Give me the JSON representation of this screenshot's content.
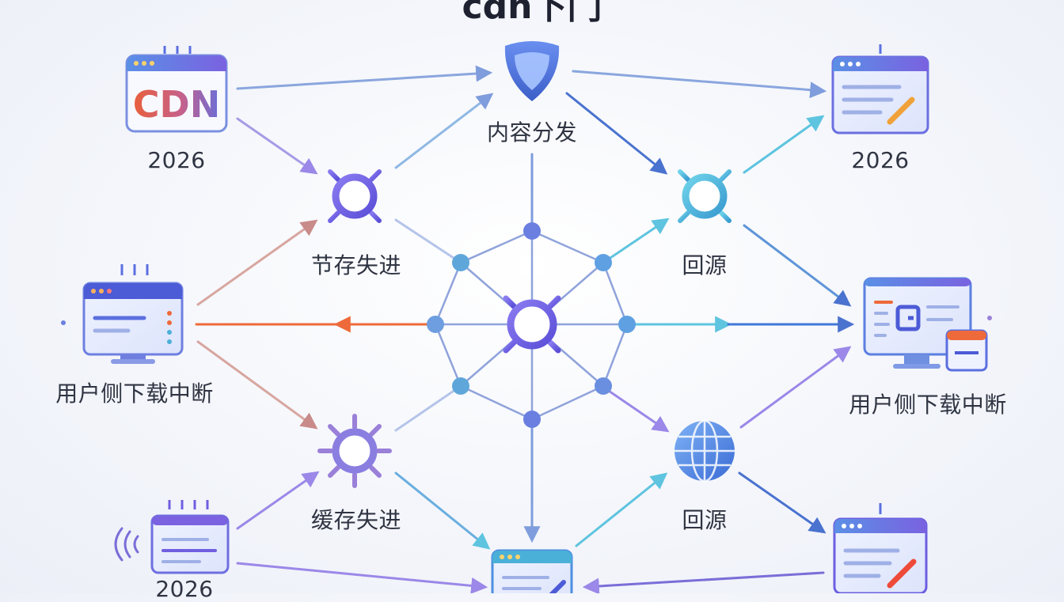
{
  "title": "cdn下门",
  "badge_text": "CDN",
  "labels": {
    "year_top_left": "2026",
    "year_top_right": "2026",
    "year_bottom_left": "2026",
    "content_distribution": "内容分发",
    "node_upper_left": "节存失进",
    "node_upper_right": "回源",
    "node_lower_left": "缓存失进",
    "node_lower_right": "回源",
    "user_left": "用户侧下载中断",
    "user_right": "用户侧下载中断"
  },
  "icons": {
    "top_left": "cdn-window-icon",
    "top_center": "shield-icon",
    "top_right": "document-edit-icon",
    "middle_left": "user-terminal-icon",
    "middle_right": "monitor-icon",
    "bottom_left": "signal-window-icon",
    "bottom_center": "document-edit-icon",
    "bottom_right": "document-edit-icon",
    "gear_upper_left": "gear-icon",
    "gear_upper_right": "gear-icon",
    "gear_center": "gear-icon",
    "gear_lower_left": "gear-icon",
    "globe": "globe-icon"
  },
  "colors": {
    "accent_purple": "#6b5ce7",
    "accent_blue": "#4a7fe0",
    "accent_teal": "#48b6d6",
    "accent_orange": "#ee6a3a",
    "text": "#2f3442"
  }
}
